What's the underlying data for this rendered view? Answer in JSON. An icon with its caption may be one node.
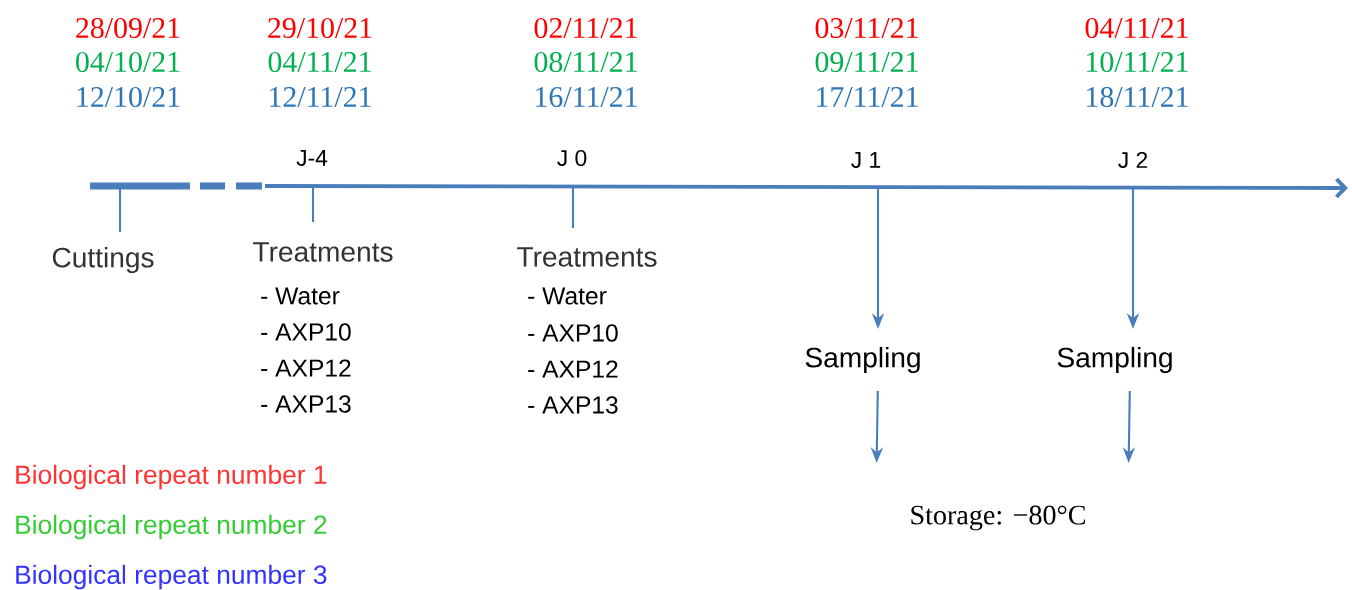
{
  "diagram": {
    "nodes": [
      {
        "text": [
          "Sampling"
        ]
      },
      {
        "text": [
          "Sampling"
        ]
      },
      {
        "text": [
          "Storage: −80°C"
        ]
      }
    ],
    "edges": [
      {
        "from": null,
        "to": 0,
        "arrow": "to"
      },
      {
        "from": null,
        "to": 1,
        "arrow": "to"
      },
      {
        "from": 0,
        "to": 2,
        "arrow": "to"
      },
      {
        "from": 1,
        "to": 2,
        "arrow": "to"
      }
    ],
    "labels": [
      "28/09/21",
      "04/10/21",
      "12/10/21",
      "29/10/21",
      "04/11/21",
      "12/11/21",
      "02/11/21",
      "08/11/21",
      "16/11/21",
      "03/11/21",
      "09/11/21",
      "17/11/21",
      "04/11/21",
      "10/11/21",
      "18/11/21",
      "J-4",
      "J 0",
      "J 1",
      "J 2",
      "Cuttings",
      "Treatments",
      "- Water",
      "- AXP10",
      "- AXP12",
      "- AXP13",
      "Treatments",
      "- Water",
      "- AXP10",
      "- AXP12",
      "- AXP13"
    ],
    "legend": [
      {
        "text": "Biological repeat number 1",
        "color": "#ff3333"
      },
      {
        "text": "Biological repeat number 2",
        "color": "#33cc33"
      },
      {
        "text": "Biological repeat number 3",
        "color": "#3333ff"
      }
    ]
  }
}
